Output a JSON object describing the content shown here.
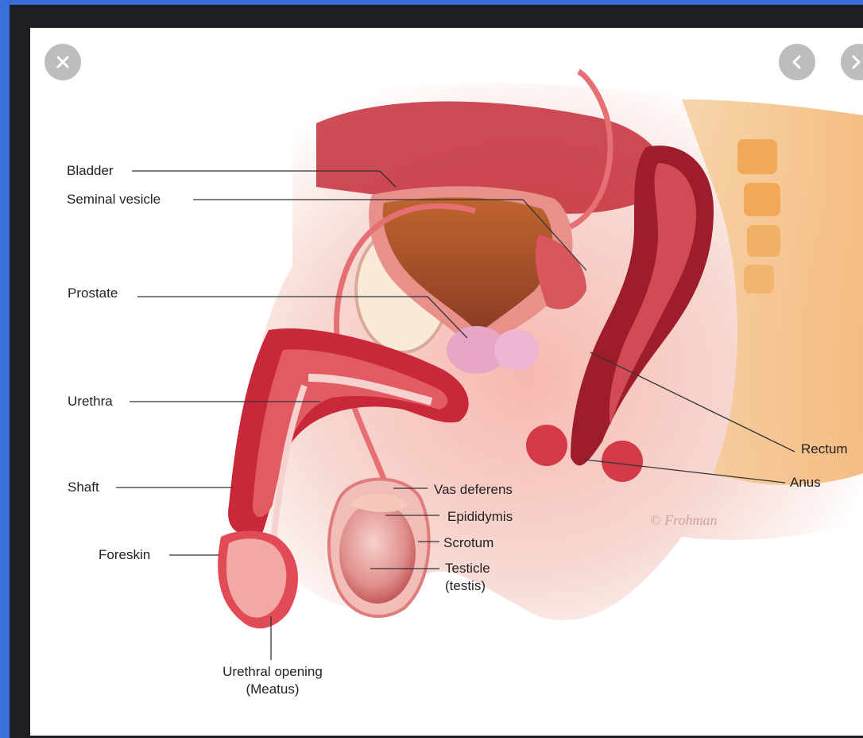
{
  "viewer": {
    "close_icon": "close-icon",
    "prev_icon": "chevron-left-icon",
    "next_icon": "chevron-right-icon"
  },
  "illustration": {
    "signature": "© Frohman",
    "labels": {
      "bladder": "Bladder",
      "seminal_vesicle": "Seminal vesicle",
      "prostate": "Prostate",
      "urethra": "Urethra",
      "shaft": "Shaft",
      "foreskin": "Foreskin",
      "urethral_opening": "Urethral opening",
      "meatus": "(Meatus)",
      "vas_deferens": "Vas deferens",
      "epididymis": "Epididymis",
      "scrotum": "Scrotum",
      "testicle": "Testicle",
      "testis": "(testis)",
      "rectum": "Rectum",
      "anus": "Anus"
    }
  },
  "colors": {
    "accent_blue": "#3a6fd8",
    "flesh_red": "#c8283a",
    "pale_pink": "#f4c9c4"
  }
}
